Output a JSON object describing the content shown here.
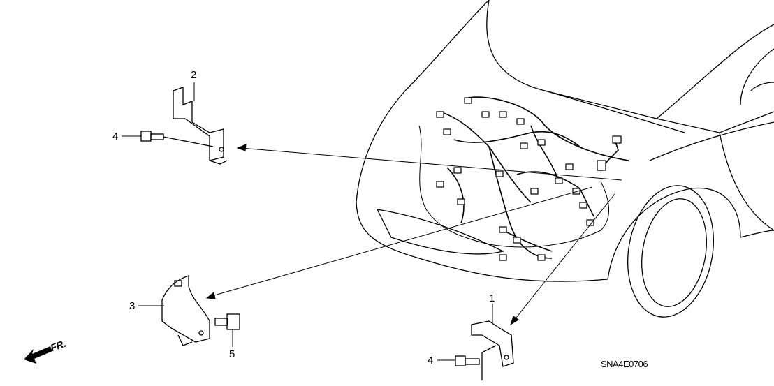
{
  "diagram": {
    "callouts": [
      {
        "id": "callout-2",
        "text": "2"
      },
      {
        "id": "callout-4a",
        "text": "4"
      },
      {
        "id": "callout-3",
        "text": "3"
      },
      {
        "id": "callout-5",
        "text": "5"
      },
      {
        "id": "callout-1",
        "text": "1"
      },
      {
        "id": "callout-4b",
        "text": "4"
      }
    ],
    "front_indicator": "FR.",
    "diagram_code": "SNA4E0706"
  }
}
